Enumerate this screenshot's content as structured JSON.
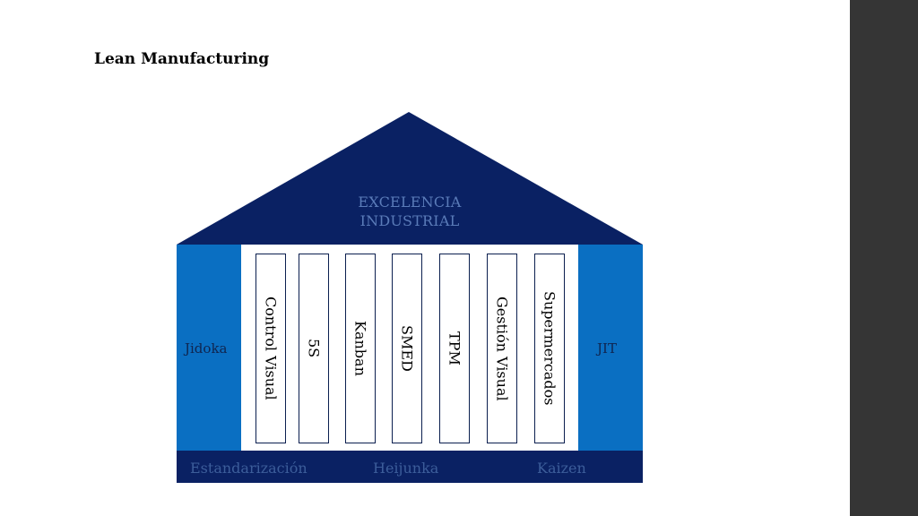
{
  "title": "Lean Manufacturing",
  "diagram": {
    "roof": "EXCELENCIA INDUSTRIAL",
    "left_column": "Jidoka",
    "right_column": "JIT",
    "pillars": [
      "Control Visual",
      "5S",
      "Kanban",
      "SMED",
      "TPM",
      "Gestión Visual",
      "Supermercados"
    ],
    "base": [
      "Estandarización",
      "Heijunka",
      "Kaizen"
    ]
  },
  "colors": {
    "roof": "#0a2163",
    "columns": "#0a6fc2",
    "base": "#0a2163",
    "pillar_border": "#0b1f4f",
    "sidebar": "#353535"
  }
}
